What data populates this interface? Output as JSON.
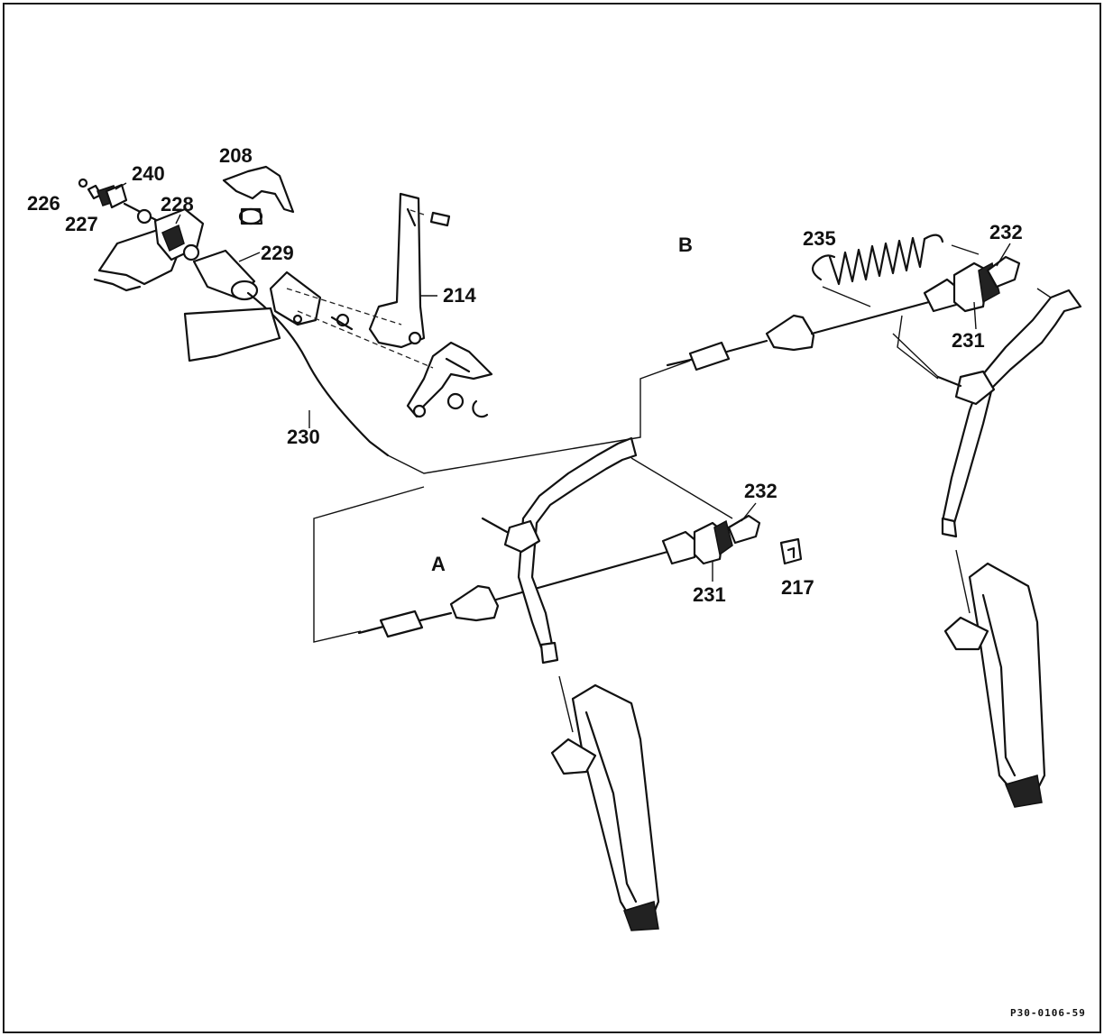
{
  "callouts": {
    "c208": "208",
    "c240": "240",
    "c226": "226",
    "c228": "228",
    "c227": "227",
    "c229": "229",
    "c214": "214",
    "c230": "230",
    "c235": "235",
    "c232_b": "232",
    "c231_b": "231",
    "c232_a": "232",
    "c231_a": "231",
    "c217": "217"
  },
  "views": {
    "a": "A",
    "b": "B"
  },
  "drawing_ref": "P30-0106-59"
}
